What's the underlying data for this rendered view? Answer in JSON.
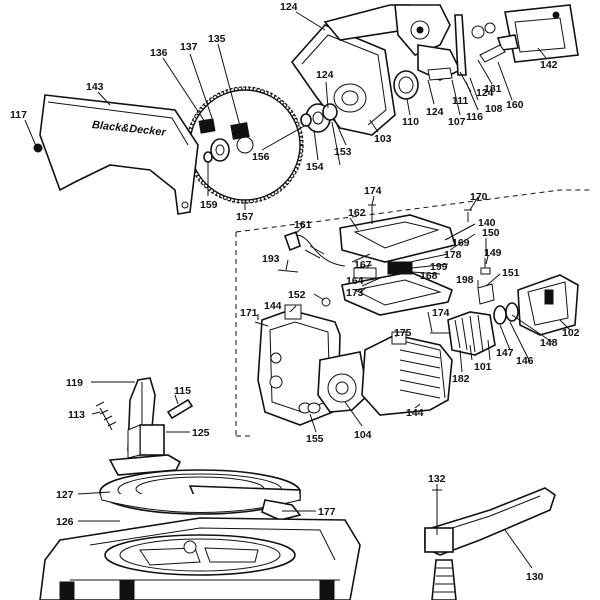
{
  "parts": {
    "p101": "101",
    "p102": "102",
    "p103": "103",
    "p104": "104",
    "p107": "107",
    "p108": "108",
    "p110": "110",
    "p111": "111",
    "p113": "113",
    "p115": "115",
    "p116": "116",
    "p117": "117",
    "p119": "119",
    "p124a": "124",
    "p124b": "124",
    "p124c": "124",
    "p124d": "124",
    "p125": "125",
    "p126": "126",
    "p127": "127",
    "p130": "130",
    "p132": "132",
    "p135": "135",
    "p136": "136",
    "p137": "137",
    "p140": "140",
    "p142": "142",
    "p143": "143",
    "p144a": "144",
    "p144b": "144",
    "p146": "146",
    "p147": "147",
    "p148": "148",
    "p149": "149",
    "p150": "150",
    "p151": "151",
    "p152": "152",
    "p153": "153",
    "p154": "154",
    "p155": "155",
    "p156": "156",
    "p157": "157",
    "p159": "159",
    "p160": "160",
    "p161": "161",
    "p162": "162",
    "p164": "164",
    "p167": "167",
    "p168": "168",
    "p169": "169",
    "p170": "170",
    "p171": "171",
    "p173": "173",
    "p174a": "174",
    "p174b": "174",
    "p175": "175",
    "p177": "177",
    "p178": "178",
    "p181": "181",
    "p182": "182",
    "p193": "193",
    "p198": "198",
    "p199": "199"
  },
  "guard_brand": "Black&Decker"
}
